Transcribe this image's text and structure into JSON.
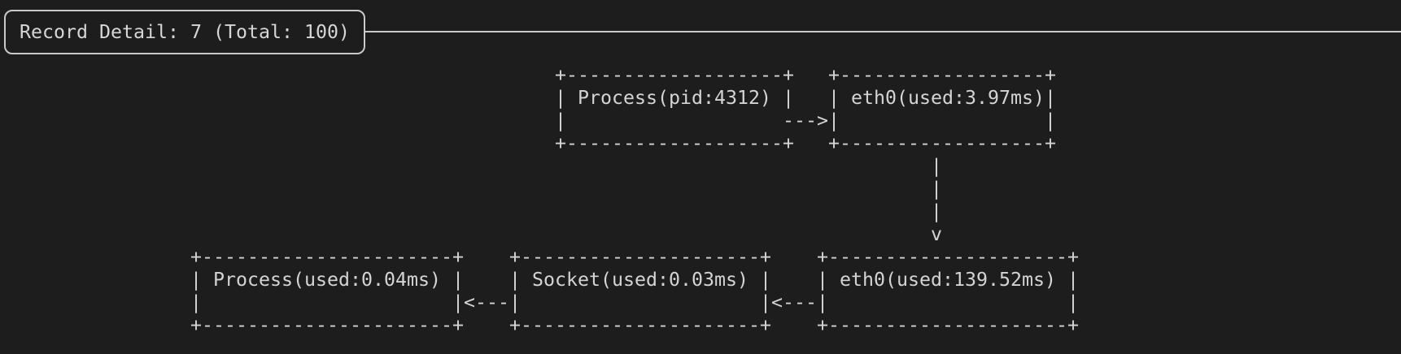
{
  "colors": {
    "background": "#1d1d1d",
    "foreground": "#d4d4d4",
    "frame": "#c9c9c9"
  },
  "header": {
    "title": "Record Detail: 7 (Total: 100)",
    "record_number": "7",
    "total_records": "100"
  },
  "diagram": {
    "nodes": {
      "process_tx": {
        "label": "Process(pid:4312)",
        "box": [
          "+-------------------+",
          "| Process(pid:4312) |",
          "|",
          "+-------------------+"
        ]
      },
      "eth0_tx": {
        "label": "eth0(used:3.97ms)",
        "box": [
          "+------------------+",
          "| eth0(used:3.97ms)|",
          "|                  |",
          "+------------------+"
        ]
      },
      "eth0_rx": {
        "label": "eth0(used:139.52ms)",
        "box": [
          "+---------------------+",
          "| eth0(used:139.52ms) |",
          "|                     |",
          "+---------------------+"
        ]
      },
      "socket_rx": {
        "label": "Socket(used:0.03ms)",
        "box": [
          "+---------------------+",
          "| Socket(used:0.03ms) |",
          "|                     |",
          "+---------------------+"
        ]
      },
      "process_rx": {
        "label": "Process(used:0.04ms)",
        "box": [
          "+----------------------+",
          "| Process(used:0.04ms) |",
          "|                      |",
          "+----------------------+"
        ]
      }
    },
    "arrows": {
      "process_to_eth0": {
        "glyph": "--->"
      },
      "eth0_down": {
        "glyph": [
          "|",
          "|",
          "|",
          "v"
        ]
      },
      "eth0_to_socket": {
        "glyph": "<---"
      },
      "socket_to_process": {
        "glyph": "<---"
      }
    }
  }
}
